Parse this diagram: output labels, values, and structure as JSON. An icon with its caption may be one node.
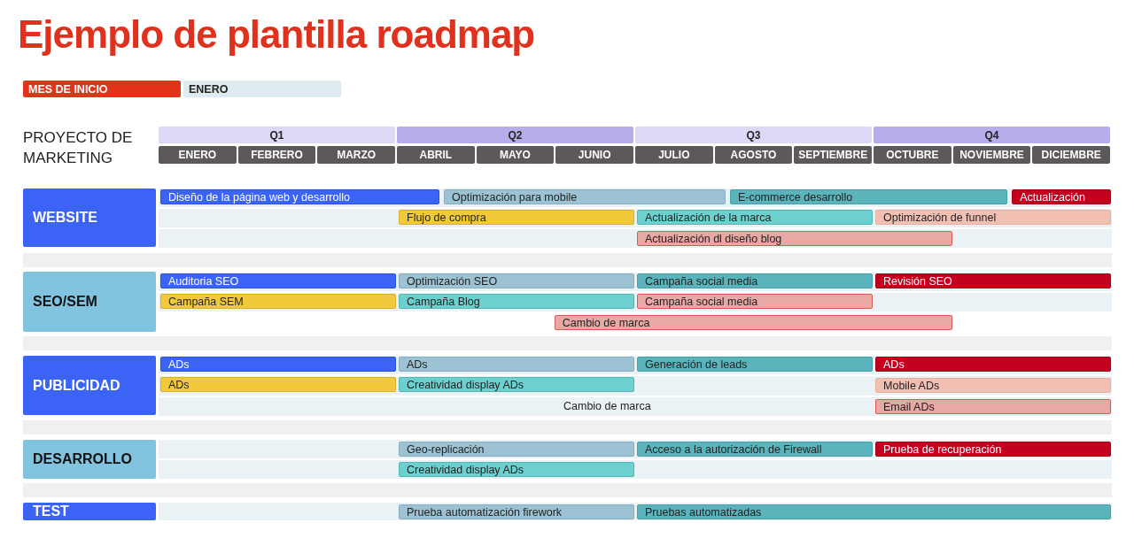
{
  "diagram": {
    "title": "Ejemplo de plantilla roadmap",
    "nodes": [
      {
        "text": [
          "MES DE INICIO"
        ]
      },
      {
        "text": [
          "ENERO"
        ]
      },
      {
        "text": [
          "Q1"
        ]
      },
      {
        "text": [
          "Q2"
        ]
      },
      {
        "text": [
          "Q3"
        ]
      },
      {
        "text": [
          "Q4"
        ]
      },
      {
        "text": [
          "ENERO"
        ]
      },
      {
        "text": [
          "FEBRERO"
        ]
      },
      {
        "text": [
          "MARZO"
        ]
      },
      {
        "text": [
          "ABRIL"
        ]
      },
      {
        "text": [
          "MAYO"
        ]
      },
      {
        "text": [
          "JUNIO"
        ]
      },
      {
        "text": [
          "JULIO"
        ]
      },
      {
        "text": [
          "AGOSTO"
        ]
      },
      {
        "text": [
          "SEPTIEMBRE"
        ]
      },
      {
        "text": [
          "OCTUBRE"
        ]
      },
      {
        "text": [
          "NOVIEMBRE"
        ]
      },
      {
        "text": [
          "DICIEMBRE"
        ]
      },
      {
        "text": [
          "WEBSITE"
        ]
      },
      {
        "text": [
          "Diseño de la página web y desarrollo"
        ]
      },
      {
        "text": [
          "Optimización para mobile"
        ]
      },
      {
        "text": [
          "E-commerce desarrollo"
        ]
      },
      {
        "text": [
          "Actualización"
        ]
      },
      {
        "text": [
          "Flujo de compra"
        ]
      },
      {
        "text": [
          "Actualización de la marca"
        ]
      },
      {
        "text": [
          "Optimización de funnel"
        ]
      },
      {
        "text": [
          "Actualización dl diseño blog"
        ]
      },
      {
        "text": [
          "SEO/SEM"
        ]
      },
      {
        "text": [
          "Auditoria SEO"
        ]
      },
      {
        "text": [
          "Optimización SEO"
        ]
      },
      {
        "text": [
          "Campaña social media"
        ]
      },
      {
        "text": [
          "Revisión SEO"
        ]
      },
      {
        "text": [
          "Campaña SEM"
        ]
      },
      {
        "text": [
          "Campaña Blog"
        ]
      },
      {
        "text": [
          "Campaña social media"
        ]
      },
      {
        "text": [
          "Cambio de marca"
        ]
      },
      {
        "text": [
          "PUBLICIDAD"
        ]
      },
      {
        "text": [
          "ADs"
        ]
      },
      {
        "text": [
          "ADs"
        ]
      },
      {
        "text": [
          "Generación de leads"
        ]
      },
      {
        "text": [
          "ADs"
        ]
      },
      {
        "text": [
          "ADs"
        ]
      },
      {
        "text": [
          "Creatividad display ADs"
        ]
      },
      {
        "text": [
          "Mobile ADs"
        ]
      },
      {
        "text": [
          "Email ADs"
        ]
      },
      {
        "text": [
          "DESARROLLO"
        ]
      },
      {
        "text": [
          "Geo-replicación"
        ]
      },
      {
        "text": [
          "Acceso a la autorización de Firewall"
        ]
      },
      {
        "text": [
          "Prueba de recuperación"
        ]
      },
      {
        "text": [
          "Creatividad display ADs"
        ]
      },
      {
        "text": [
          "TEST"
        ]
      },
      {
        "text": [
          "Prueba automatización firework"
        ]
      },
      {
        "text": [
          "Pruebas automatizadas"
        ]
      },
      {
        "text": [],
        "shape": "bar"
      },
      {
        "text": [],
        "shape": "bar"
      },
      {
        "text": [],
        "shape": "bar"
      },
      {
        "text": [],
        "shape": "bar"
      }
    ],
    "labels": [
      "PROYECTO DE MARKETING",
      "Cambio de marca"
    ]
  }
}
